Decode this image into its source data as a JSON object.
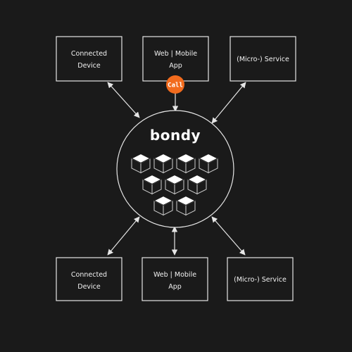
{
  "diagram": {
    "logo": "bondy",
    "call_badge": "Call",
    "colors": {
      "background": "#1a1a1a",
      "stroke": "#e6e6e6",
      "call_badge": "#f26b1d",
      "cube_top": "#ffffff",
      "cube_side": "#cfcfcf"
    },
    "top_nodes": [
      {
        "line1": "Connected",
        "line2": "Device"
      },
      {
        "line1": "Web | Mobile",
        "line2": "App"
      },
      {
        "line1": "(Micro-) Service",
        "line2": ""
      }
    ],
    "bottom_nodes": [
      {
        "line1": "Connected",
        "line2": "Device"
      },
      {
        "line1": "Web | Mobile",
        "line2": "App"
      },
      {
        "line1": "(Micro-) Service",
        "line2": ""
      }
    ]
  }
}
